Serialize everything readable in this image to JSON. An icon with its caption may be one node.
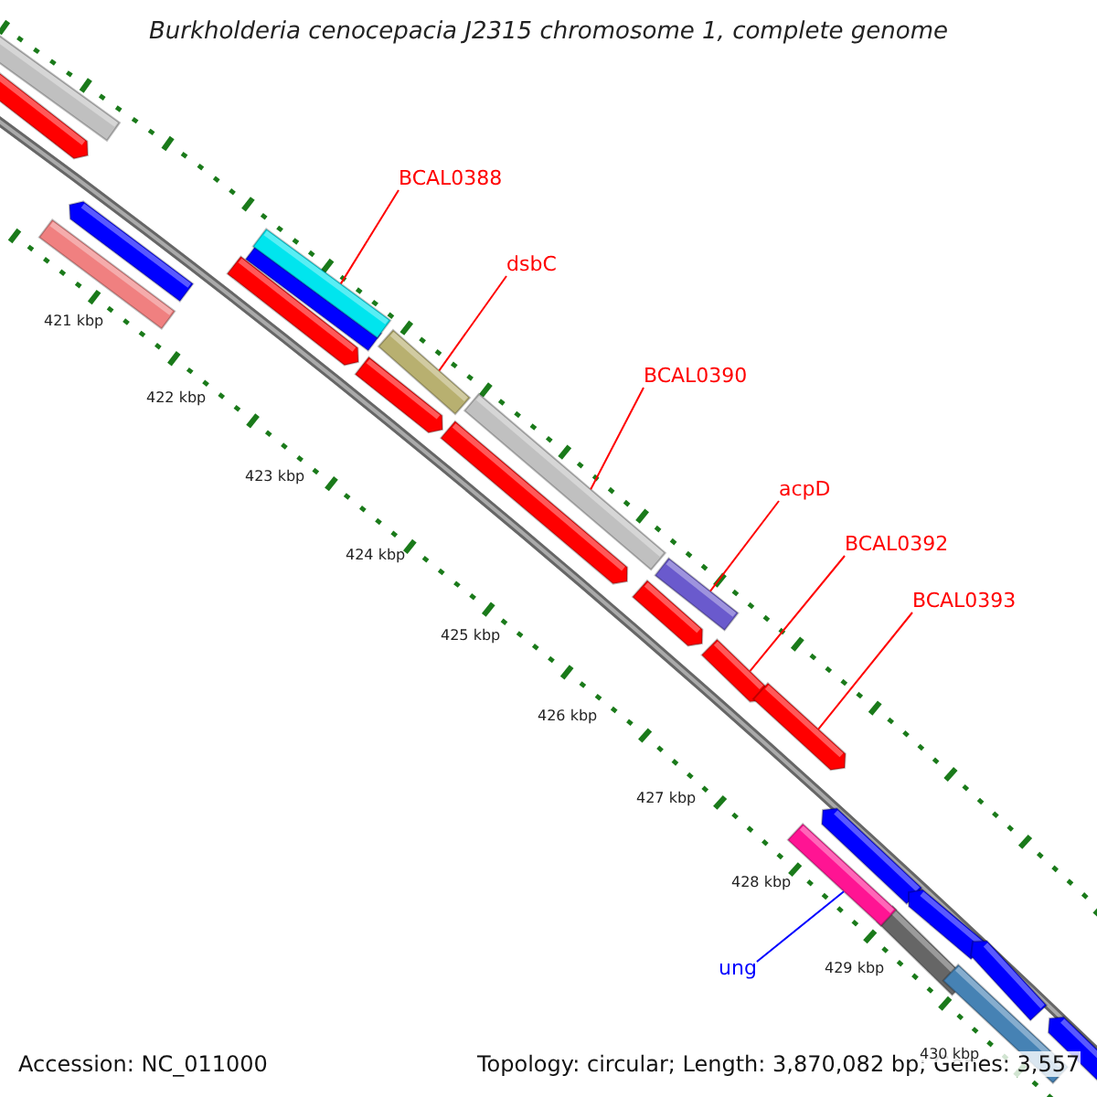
{
  "diagram": {
    "title": "Burkholderia cenocepacia J2315 chromosome 1, complete genome",
    "nodes": [
      {
        "text": [
          "BCAL0388"
        ]
      },
      {
        "text": [
          "dsbC"
        ]
      },
      {
        "text": [
          "BCAL0390"
        ]
      },
      {
        "text": [
          "acpD"
        ]
      },
      {
        "text": [
          "BCAL0392"
        ]
      },
      {
        "text": [
          "BCAL0393"
        ]
      },
      {
        "text": [
          "ung"
        ]
      },
      {
        "text": [],
        "shape": "bar"
      },
      {
        "text": [],
        "shape": "bar"
      },
      {
        "text": [],
        "shape": "bar"
      },
      {
        "text": [],
        "shape": "bar"
      },
      {
        "text": [],
        "shape": "bar"
      },
      {
        "text": [],
        "shape": "bar"
      },
      {
        "text": [],
        "shape": "bar"
      }
    ],
    "edges": [
      {
        "from": 0,
        "to": 7,
        "arrow": "none"
      },
      {
        "from": 1,
        "to": 8,
        "arrow": "none"
      },
      {
        "from": 2,
        "to": 9,
        "arrow": "none"
      },
      {
        "from": 3,
        "to": 10,
        "arrow": "none"
      },
      {
        "from": 4,
        "to": 11,
        "arrow": "none"
      },
      {
        "from": 5,
        "to": 12,
        "arrow": "none"
      },
      {
        "from": 6,
        "to": 13,
        "arrow": "none",
        "color": "#0000ff"
      }
    ],
    "labels": [
      "421 kbp",
      "422 kbp",
      "423 kbp",
      "424 kbp",
      "425 kbp",
      "426 kbp",
      "427 kbp",
      "428 kbp",
      "429 kbp",
      "430 kbp",
      "Accession: NC_011000",
      "Topology: circular; Length: 3,870,082 bp; Genes: 3,557"
    ]
  }
}
